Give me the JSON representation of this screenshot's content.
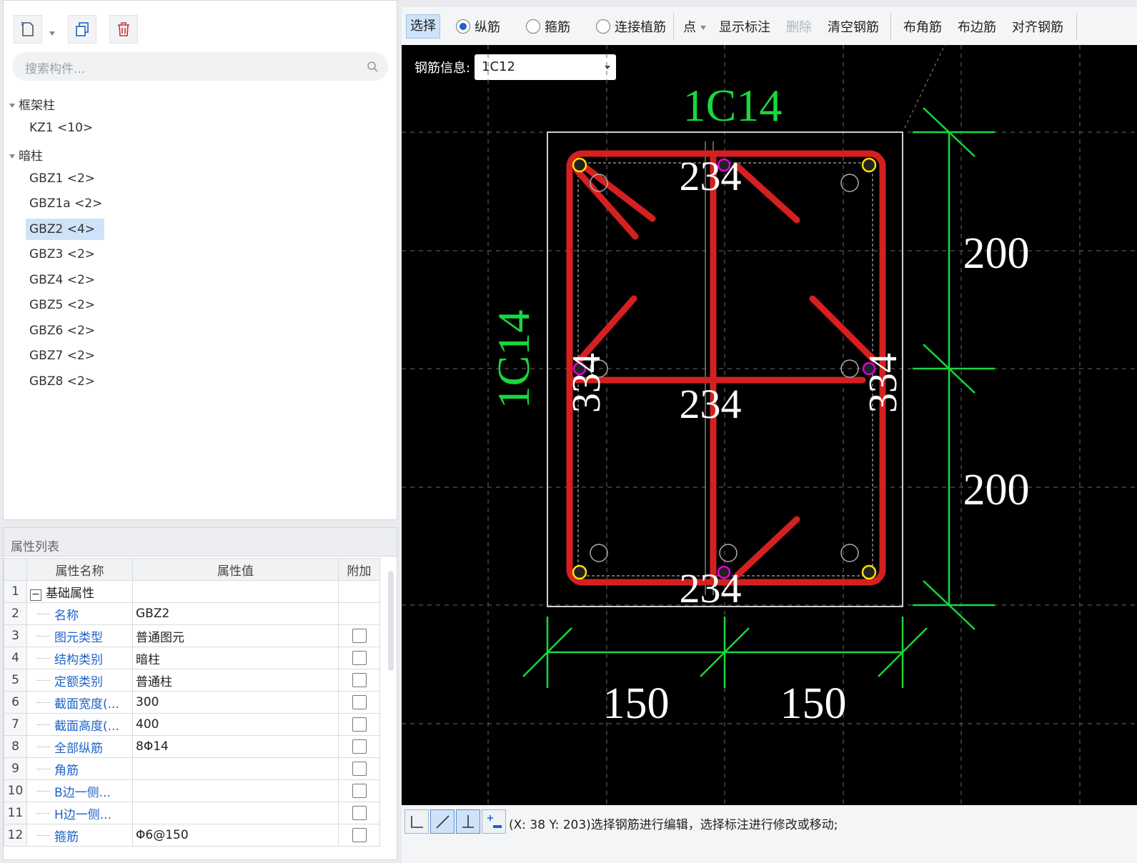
{
  "component_list": {
    "toolbar_icons": [
      "new-icon",
      "copy-icon",
      "delete-icon"
    ],
    "search_placeholder": "搜索构件...",
    "groups": [
      {
        "label": "框架柱",
        "items": [
          "KZ1 <10>"
        ]
      },
      {
        "label": "暗柱",
        "items": [
          "GBZ1 <2>",
          "GBZ1a <2>",
          "GBZ2 <4>",
          "GBZ3 <2>",
          "GBZ4 <2>",
          "GBZ5 <2>",
          "GBZ6 <2>",
          "GBZ7 <2>",
          "GBZ8 <2>"
        ]
      }
    ],
    "selected_item": "GBZ2 <4>"
  },
  "property_list": {
    "title": "属性列表",
    "columns": [
      "属性名称",
      "属性值",
      "附加"
    ],
    "rows": [
      {
        "n": "1",
        "name": "基础属性",
        "value": ""
      },
      {
        "n": "2",
        "name": "名称",
        "value": "GBZ2"
      },
      {
        "n": "3",
        "name": "图元类型",
        "value": "普通图元"
      },
      {
        "n": "4",
        "name": "结构类别",
        "value": "暗柱"
      },
      {
        "n": "5",
        "name": "定额类别",
        "value": "普通柱"
      },
      {
        "n": "6",
        "name": "截面宽度(...",
        "value": "300"
      },
      {
        "n": "7",
        "name": "截面高度(...",
        "value": "400"
      },
      {
        "n": "8",
        "name": "全部纵筋",
        "value": "8Φ14"
      },
      {
        "n": "9",
        "name": "角筋",
        "value": ""
      },
      {
        "n": "10",
        "name": "B边一侧...",
        "value": ""
      },
      {
        "n": "11",
        "name": "H边一侧...",
        "value": ""
      },
      {
        "n": "12",
        "name": "箍筋",
        "value": "Φ6@150"
      }
    ]
  },
  "editor_toolbar": {
    "select": "选择",
    "radio_longitudinal": "纵筋",
    "radio_stirrup": "箍筋",
    "radio_anchor": "连接植筋",
    "point": "点",
    "show_label": "显示标注",
    "delete": "删除",
    "clear_rebar": "清空钢筋",
    "corner_rebar": "布角筋",
    "edge_rebar": "布边筋",
    "align_rebar": "对齐钢筋"
  },
  "rebar_info": {
    "label": "钢筋信息:",
    "value": "1C12"
  },
  "drawing": {
    "top_label": "1C14",
    "left_label": "1C14",
    "dim_right": [
      "200",
      "200"
    ],
    "dim_bottom": [
      "150",
      "150"
    ],
    "inner_labels": {
      "top": "234",
      "middle": "234",
      "bottom": "234",
      "left": "334",
      "right": "334"
    },
    "colors": {
      "rebar": "#d42020",
      "dimension": "#18d83c",
      "corner_point": "#ffe000",
      "edge_point": "#e000e0"
    }
  },
  "status": {
    "message": "(X: 38 Y: 203)选择钢筋进行编辑，选择标注进行修改或移动;"
  }
}
